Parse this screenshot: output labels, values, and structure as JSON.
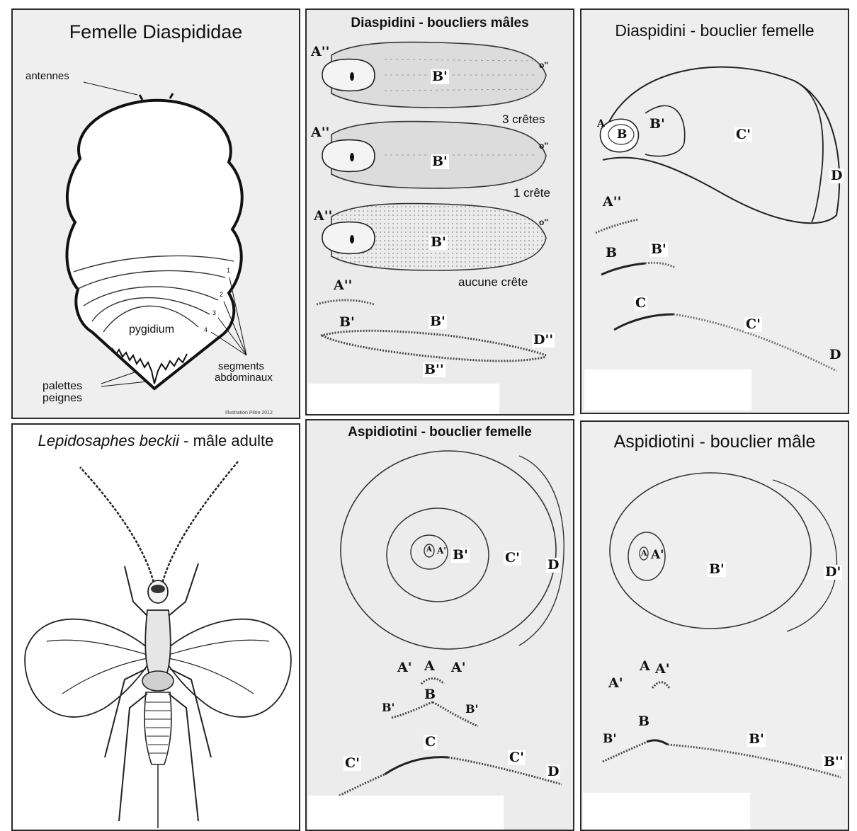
{
  "panels": {
    "femelle": {
      "title": "Femelle Diaspididae",
      "labels": {
        "antennes": "antennes",
        "pygidium": "pygidium",
        "palettes": "palettes",
        "peignes": "peignes",
        "segments": "segments",
        "abdominaux": "abdominaux",
        "seg1": "1",
        "seg2": "2",
        "seg3": "3",
        "seg4": "4"
      },
      "credit": "Illustration Pilon 2012"
    },
    "diaspidini_males": {
      "title": "Diaspidini - boucliers mâles",
      "shield1": {
        "a": "A''",
        "b": "B'",
        "o": "o''",
        "caption": "3 crêtes"
      },
      "shield2": {
        "a": "A''",
        "b": "B'",
        "o": "o''",
        "caption": "1 crête"
      },
      "shield3": {
        "a": "A''",
        "b": "B'",
        "o": "o''",
        "caption": "aucune crête"
      },
      "profile": {
        "a": "A''",
        "b_left": "B'",
        "b_mid": "B'",
        "d": "D''",
        "b_bottom": "B''"
      }
    },
    "diaspidini_femelle": {
      "title": "Diaspidini - bouclier femelle",
      "top": {
        "a": "A",
        "b": "B",
        "b_prime": "B'",
        "c_prime": "C'",
        "d": "D"
      },
      "profile": {
        "a2": "A''",
        "b": "B",
        "b_prime": "B'",
        "c": "C",
        "c_prime": "C'",
        "d": "D"
      }
    },
    "lepidosaphes": {
      "title_species": "Lepidosaphes beckii",
      "title_rest": " - mâle adulte"
    },
    "aspidiotini_femelle": {
      "title": "Aspidiotini - bouclier femelle",
      "top": {
        "a_inner": "A",
        "a_prime": "A'",
        "b_prime": "B'",
        "c_prime": "C'",
        "d": "D"
      },
      "profile": {
        "a_left": "A'",
        "a": "A",
        "a_right": "A'",
        "b": "B",
        "b_left": "B'",
        "b_right": "B'",
        "c": "C",
        "c_left": "C'",
        "c_right": "C'",
        "d": "D"
      }
    },
    "aspidiotini_male": {
      "title": "Aspidiotini - bouclier mâle",
      "top": {
        "a_inner": "A",
        "a_prime": "A'",
        "b_prime": "B'",
        "d_prime": "D'"
      },
      "profile": {
        "a_left": "A'",
        "a": "A",
        "a_right": "A'",
        "b": "B",
        "b_left": "B'",
        "b_right": "B'",
        "b_double": "B''"
      }
    }
  }
}
